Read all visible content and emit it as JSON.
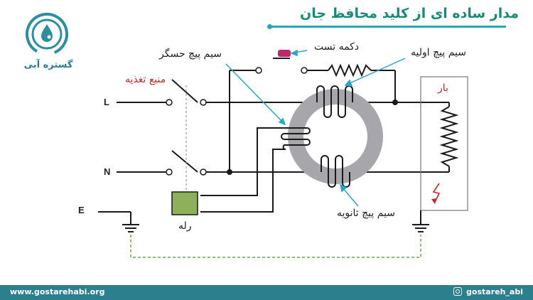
{
  "title": "مدار ساده ای از کلید محافظ جان",
  "brand": {
    "name": "گستره آبی"
  },
  "labels": {
    "test_button": "دکمه تست",
    "primary_coil": "سیم پیچ اولیه",
    "sensing_coil": "سیم پیچ حسگر",
    "power_source": "منبع تغذیه",
    "load": "بار",
    "secondary_coil": "سیم پیچ ثانویه",
    "relay": "رله",
    "line_l": "L",
    "line_n": "N",
    "line_e": "E"
  },
  "footer": {
    "website": "www.gostarehabi.org",
    "instagram": "gostareh_abi"
  },
  "colors": {
    "title": "#1a8a78",
    "accent": "#2aa5b5",
    "footer_bg": "#2c7f8d",
    "relay_fill": "#8fb05a",
    "core": "#a6a6ab",
    "arrow": "#2aa5c8",
    "red": "#c0272d",
    "ground_dash": "#6aa84f"
  }
}
